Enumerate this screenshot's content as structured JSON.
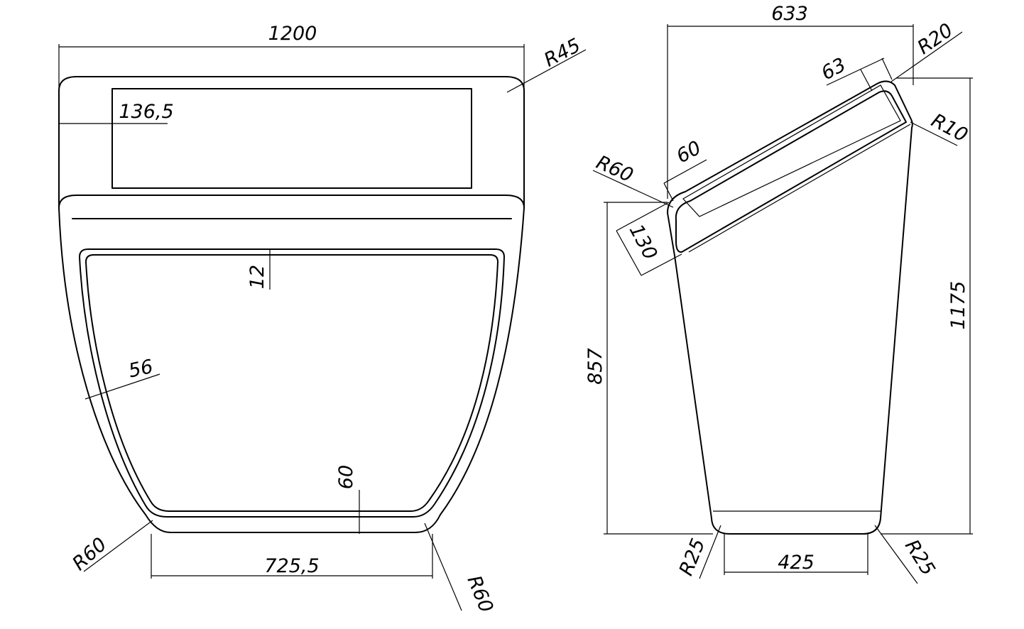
{
  "colors": {
    "line": "#000000",
    "background": "#ffffff"
  },
  "front_view": {
    "overall_width": "1200",
    "top_radius": "R45",
    "edge_offset": "136,5",
    "rim_gap": "12",
    "side_offset": "56",
    "bottom_offset": "60",
    "bottom_left_radius": "R60",
    "bottom_width": "725,5",
    "bottom_right_radius": "R60"
  },
  "side_view": {
    "overall_depth": "633",
    "top_radius": "R20",
    "slot_width": "63",
    "edge_radius": "R10",
    "front_slot_width": "60",
    "front_radius": "R60",
    "lip_depth": "130",
    "front_height": "857",
    "total_height": "1175",
    "base_left_radius": "R25",
    "base_width": "425",
    "base_right_radius": "R25"
  }
}
